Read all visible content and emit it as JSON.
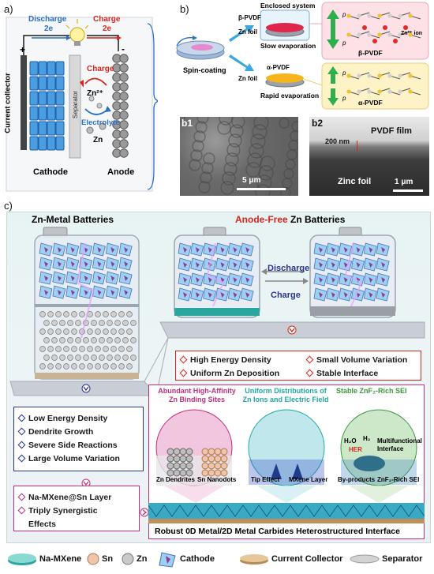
{
  "panels": {
    "a": "a)",
    "b": "b)",
    "b1": "b1",
    "b2": "b2",
    "c": "c)"
  },
  "panel_a": {
    "discharge": "Discharge",
    "discharge_e": "2e",
    "charge_top": "Charge",
    "charge_e": "2e",
    "plus": "+",
    "minus": "-",
    "current_collector": "Current collector",
    "separator": "Separator",
    "charge_arrow": "Charge",
    "zn2": "Zn²⁺",
    "electrolyte": "Electrolyte",
    "zn": "Zn",
    "cathode": "Cathode",
    "anode": "Anode"
  },
  "panel_b": {
    "enclosed_system": "Enclosed system",
    "beta_pvdf": "β-PVDF",
    "zn_foil_1": "Zn foil",
    "slow_evaporation": "Slow evaporation",
    "spin_coating": "Spin-coating",
    "alpha_pvdf": "α-PVDF",
    "zn_foil_2": "Zn foil",
    "rapid_evaporation": "Rapid evaporation",
    "zn2_ion": "Zn²⁺ ion",
    "beta_label": "β-PVDF",
    "alpha_label": "α-PVDF",
    "p_symbol": "p",
    "scale_b1": "5 μm",
    "pvdf_film": "PVDF film",
    "thickness": "200 nm",
    "zinc_foil": "Zinc foil",
    "scale_b2": "1 μm"
  },
  "panel_c": {
    "zn_metal": "Zn-Metal Batteries",
    "anode_free_red": "Anode-Free",
    "anode_free_rest": " Zn Batteries",
    "discharge": "Discharge",
    "charge": "Charge",
    "good_points": [
      "High Energy Density",
      "Small Volume Variation",
      "Uniform Zn Deposition",
      "Stable Interface"
    ],
    "bad_points": [
      "Low Energy Density",
      "Dendrite Growth",
      "Severe Side Reactions",
      "Large Volume Variation"
    ],
    "strategy": [
      "Na-MXene@Sn Layer",
      "Triply Synergistic",
      "Effects"
    ],
    "col1_title": [
      "Abundant High-Affinity",
      "Zn Binding Sites"
    ],
    "col2_title": [
      "Uniform Distributions of",
      "Zn Ions and Electric Field"
    ],
    "col3_title": "Stable ZnF₂-Rich SEI",
    "zn_dendrites": "Zn Dendrites",
    "sn_nanodots": "Sn Nanodots",
    "tip_effect": "Tip Effect",
    "mxene_layer": "MXene Layer",
    "h2o": "H₂O",
    "h2": "H₂",
    "her": "HER",
    "multifunctional": [
      "Multifunctional",
      "Interface"
    ],
    "by_products": "By-products",
    "znf2_sei": "ZnF₂-Rich SEI",
    "bottom_title": "Robust 0D Metal/2D Metal Carbides Heterostructured Interface"
  },
  "legend": {
    "na_mxene": "Na-MXene",
    "sn": "Sn",
    "zn": "Zn",
    "cathode": "Cathode",
    "current_collector": "Current Collector",
    "separator": "Separator"
  },
  "colors": {
    "red": "#d9261c",
    "blue": "#2a6fc4",
    "navy": "#2a3590",
    "magenta": "#c0307a",
    "teal": "#1ea9a1",
    "green": "#3a9a3a",
    "pink_bg": "#fde8ec",
    "yellow_bg": "#fdf5d0"
  }
}
